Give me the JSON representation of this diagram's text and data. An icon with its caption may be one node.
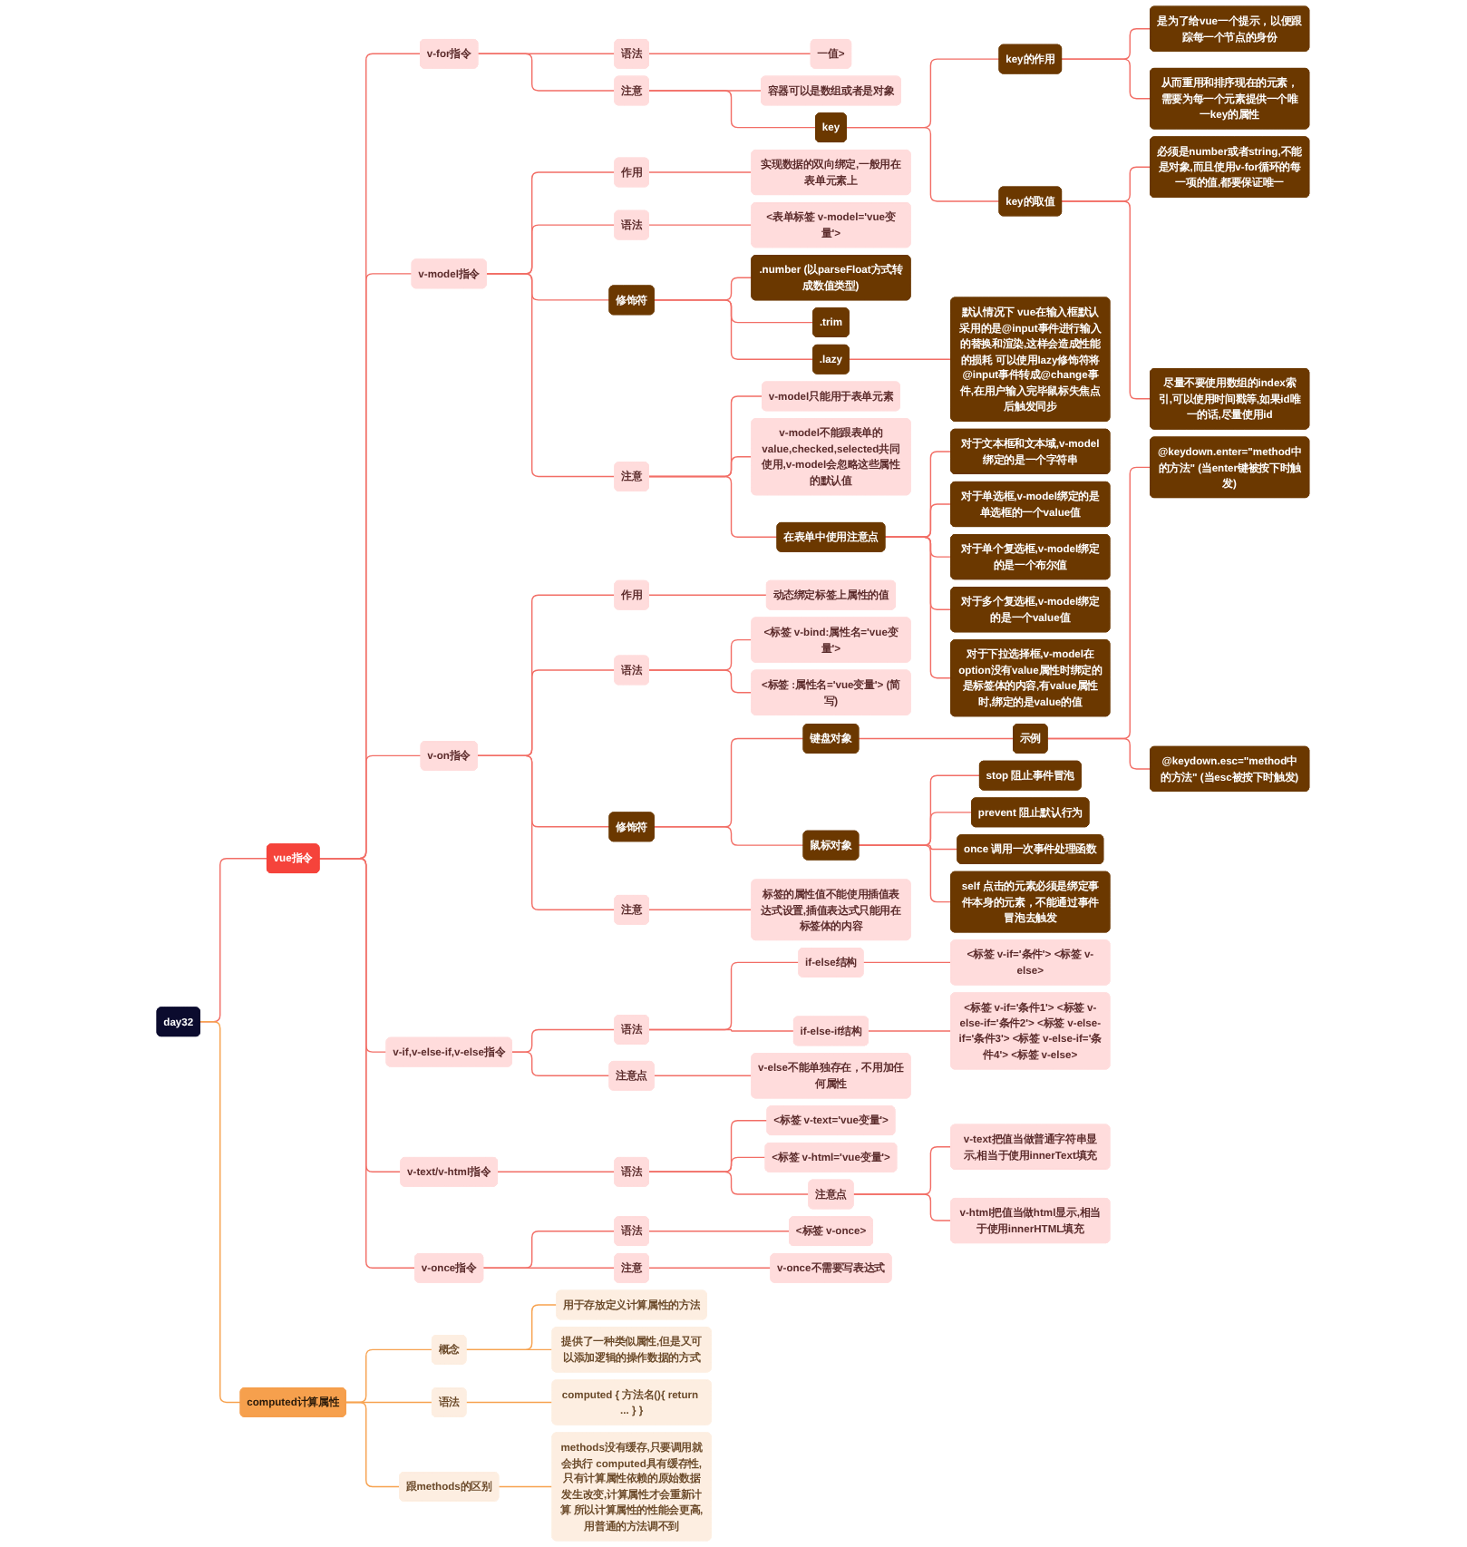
{
  "diagram": {
    "nodes": [
      {
        "text": [
          "day32"
        ]
      },
      {
        "text": [
          "vue指令"
        ]
      },
      {
        "text": [
          "v-for指令"
        ]
      },
      {
        "text": [
          "语法"
        ]
      },
      {
        "text": [
          "一值>"
        ]
      },
      {
        "text": [
          "注意"
        ]
      },
      {
        "text": [
          "容器可以是数组或者是对象"
        ]
      },
      {
        "text": [
          "key"
        ]
      },
      {
        "text": [
          "key的作用"
        ]
      },
      {
        "text": [
          "是为了给vue一个提示，以便跟踪每一个节点的身份"
        ]
      },
      {
        "text": [
          "从而重用和排序现在的元素，需要为每一个元素提供一个唯一key的属性"
        ]
      },
      {
        "text": [
          "key的取值"
        ]
      },
      {
        "text": [
          "必须是number或者string,不能是对象,而且使用v-for循环的每一项的值,都要保证唯一"
        ]
      },
      {
        "text": [
          "尽量不要使用数组的index索引,可以使用时间戳等,如果id唯一的话,尽量使用id"
        ]
      },
      {
        "text": [
          "v-model指令"
        ]
      },
      {
        "text": [
          "作用"
        ]
      },
      {
        "text": [
          "实现数据的双向绑定,一般用在表单元素上"
        ]
      },
      {
        "text": [
          "语法"
        ]
      },
      {
        "text": [
          "<表单标签 v-model='vue变量'>"
        ]
      },
      {
        "text": [
          "修饰符"
        ]
      },
      {
        "text": [
          ".number (以parseFloat方式转成数值类型)"
        ]
      },
      {
        "text": [
          ".trim"
        ]
      },
      {
        "text": [
          ".lazy"
        ]
      },
      {
        "text": [
          "默认情况下 vue在输入框默认采用的是@input事件进行输入的替换和渲染,这样会造成性能的损耗 可以使用lazy修饰符将@input事件转成@change事件,在用户输入完毕鼠标失焦点后触发同步"
        ]
      },
      {
        "text": [
          "注意"
        ]
      },
      {
        "text": [
          "v-model只能用于表单元素"
        ]
      },
      {
        "text": [
          "v-model不能跟表单的value,checked,selected共同使用,v-model会忽略这些属性的默认值"
        ]
      },
      {
        "text": [
          "在表单中使用注意点"
        ]
      },
      {
        "text": [
          "对于文本框和文本域,v-model绑定的是一个字符串"
        ]
      },
      {
        "text": [
          "对于单选框,v-model绑定的是单选框的一个value值"
        ]
      },
      {
        "text": [
          "对于单个复选框,v-model绑定的是一个布尔值"
        ]
      },
      {
        "text": [
          "对于多个复选框,v-model绑定的是一个value值"
        ]
      },
      {
        "text": [
          "对于下拉选择框,v-model在option没有value属性时绑定的是标签体的内容,有value属性时,绑定的是value的值"
        ]
      },
      {
        "text": [
          "v-on指令"
        ]
      },
      {
        "text": [
          "作用"
        ]
      },
      {
        "text": [
          "动态绑定标签上属性的值"
        ]
      },
      {
        "text": [
          "语法"
        ]
      },
      {
        "text": [
          "<标签 v-bind:属性名='vue变量'>"
        ]
      },
      {
        "text": [
          "<标签 :属性名='vue变量'> (简写)"
        ]
      },
      {
        "text": [
          "修饰符"
        ]
      },
      {
        "text": [
          "键盘对象"
        ]
      },
      {
        "text": [
          "示例"
        ]
      },
      {
        "text": [
          "@keydown.enter=\"method中的方法\" (当enter键被按下时触发)"
        ]
      },
      {
        "text": [
          "@keydown.esc=\"method中的方法\" (当esc被按下时触发)"
        ]
      },
      {
        "text": [
          "鼠标对象"
        ]
      },
      {
        "text": [
          "stop 阻止事件冒泡"
        ]
      },
      {
        "text": [
          "prevent 阻止默认行为"
        ]
      },
      {
        "text": [
          "once 调用一次事件处理函数"
        ]
      },
      {
        "text": [
          "self 点击的元素必须是绑定事件本身的元素，不能通过事件冒泡去触发"
        ]
      },
      {
        "text": [
          "注意"
        ]
      },
      {
        "text": [
          "标签的属性值不能使用插值表达式设置,插值表达式只能用在标签体的内容"
        ]
      },
      {
        "text": [
          "v-if,v-else-if,v-else指令"
        ]
      },
      {
        "text": [
          "语法"
        ]
      },
      {
        "text": [
          "if-else结构"
        ]
      },
      {
        "text": [
          "<标签 v-if='条件'> <标签 v-else>"
        ]
      },
      {
        "text": [
          "if-else-if结构"
        ]
      },
      {
        "text": [
          "<标签 v-if='条件1'> <标签 v-else-if='条件2'> <标签 v-else-if='条件3'> <标签 v-else-if='条件4'> <标签 v-else>"
        ]
      },
      {
        "text": [
          "注意点"
        ]
      },
      {
        "text": [
          "v-else不能单独存在，不用加任何属性"
        ]
      },
      {
        "text": [
          "v-text/v-html指令"
        ]
      },
      {
        "text": [
          "语法"
        ]
      },
      {
        "text": [
          "<标签 v-text='vue变量'>"
        ]
      },
      {
        "text": [
          "<标签 v-html='vue变量'>"
        ]
      },
      {
        "text": [
          "注意点"
        ]
      },
      {
        "text": [
          "v-text把值当做普通字符串显示,相当于使用innerText填充"
        ]
      },
      {
        "text": [
          "v-html把值当做html显示,相当于使用innerHTML填充"
        ]
      },
      {
        "text": [
          "v-once指令"
        ]
      },
      {
        "text": [
          "语法"
        ]
      },
      {
        "text": [
          "<标签 v-once>"
        ]
      },
      {
        "text": [
          "注意"
        ]
      },
      {
        "text": [
          "v-once不需要写表达式"
        ]
      },
      {
        "text": [
          "computed计算属性"
        ]
      },
      {
        "text": [
          "概念"
        ]
      },
      {
        "text": [
          "用于存放定义计算属性的方法"
        ]
      },
      {
        "text": [
          "提供了一种类似属性,但是又可以添加逻辑的操作数据的方式"
        ]
      },
      {
        "text": [
          "语法"
        ]
      },
      {
        "text": [
          "computed { 方法名(){ return ... } }"
        ]
      },
      {
        "text": [
          "跟methods的区别"
        ]
      },
      {
        "text": [
          "methods没有缓存,只要调用就会执行 computed具有缓存性,只有计算属性依赖的原始数据发生改变,计算属性才会重新计算 所以计算属性的性能会更高,用普通的方法调不到"
        ]
      }
    ],
    "edges": [
      {
        "from": 0,
        "to": 1,
        "arrow": "none"
      },
      {
        "from": 1,
        "to": 2,
        "arrow": "none"
      },
      {
        "from": 2,
        "to": 3,
        "arrow": "none"
      },
      {
        "from": 3,
        "to": 4,
        "arrow": "none"
      },
      {
        "from": 2,
        "to": 5,
        "arrow": "none"
      },
      {
        "from": 5,
        "to": 6,
        "arrow": "none"
      },
      {
        "from": 5,
        "to": 7,
        "arrow": "none"
      },
      {
        "from": 7,
        "to": 8,
        "arrow": "none"
      },
      {
        "from": 8,
        "to": 9,
        "arrow": "none"
      },
      {
        "from": 8,
        "to": 10,
        "arrow": "none"
      },
      {
        "from": 7,
        "to": 11,
        "arrow": "none"
      },
      {
        "from": 11,
        "to": 12,
        "arrow": "none"
      },
      {
        "from": 11,
        "to": 13,
        "arrow": "none"
      },
      {
        "from": 1,
        "to": 14,
        "arrow": "none"
      },
      {
        "from": 14,
        "to": 15,
        "arrow": "none"
      },
      {
        "from": 15,
        "to": 16,
        "arrow": "none"
      },
      {
        "from": 14,
        "to": 17,
        "arrow": "none"
      },
      {
        "from": 17,
        "to": 18,
        "arrow": "none"
      },
      {
        "from": 14,
        "to": 19,
        "arrow": "none"
      },
      {
        "from": 19,
        "to": 20,
        "arrow": "none"
      },
      {
        "from": 19,
        "to": 21,
        "arrow": "none"
      },
      {
        "from": 19,
        "to": 22,
        "arrow": "none"
      },
      {
        "from": 22,
        "to": 23,
        "arrow": "none"
      },
      {
        "from": 14,
        "to": 24,
        "arrow": "none"
      },
      {
        "from": 24,
        "to": 25,
        "arrow": "none"
      },
      {
        "from": 24,
        "to": 26,
        "arrow": "none"
      },
      {
        "from": 24,
        "to": 27,
        "arrow": "none"
      },
      {
        "from": 27,
        "to": 28,
        "arrow": "none"
      },
      {
        "from": 27,
        "to": 29,
        "arrow": "none"
      },
      {
        "from": 27,
        "to": 30,
        "arrow": "none"
      },
      {
        "from": 27,
        "to": 31,
        "arrow": "none"
      },
      {
        "from": 27,
        "to": 32,
        "arrow": "none"
      },
      {
        "from": 1,
        "to": 33,
        "arrow": "none"
      },
      {
        "from": 33,
        "to": 34,
        "arrow": "none"
      },
      {
        "from": 34,
        "to": 35,
        "arrow": "none"
      },
      {
        "from": 33,
        "to": 36,
        "arrow": "none"
      },
      {
        "from": 36,
        "to": 37,
        "arrow": "none"
      },
      {
        "from": 36,
        "to": 38,
        "arrow": "none"
      },
      {
        "from": 33,
        "to": 39,
        "arrow": "none"
      },
      {
        "from": 39,
        "to": 40,
        "arrow": "none"
      },
      {
        "from": 40,
        "to": 41,
        "arrow": "none"
      },
      {
        "from": 41,
        "to": 42,
        "arrow": "none"
      },
      {
        "from": 41,
        "to": 43,
        "arrow": "none"
      },
      {
        "from": 39,
        "to": 44,
        "arrow": "none"
      },
      {
        "from": 44,
        "to": 45,
        "arrow": "none"
      },
      {
        "from": 44,
        "to": 46,
        "arrow": "none"
      },
      {
        "from": 44,
        "to": 47,
        "arrow": "none"
      },
      {
        "from": 44,
        "to": 48,
        "arrow": "none"
      },
      {
        "from": 33,
        "to": 49,
        "arrow": "none"
      },
      {
        "from": 49,
        "to": 50,
        "arrow": "none"
      },
      {
        "from": 1,
        "to": 51,
        "arrow": "none"
      },
      {
        "from": 51,
        "to": 52,
        "arrow": "none"
      },
      {
        "from": 52,
        "to": 53,
        "arrow": "none"
      },
      {
        "from": 53,
        "to": 54,
        "arrow": "none"
      },
      {
        "from": 52,
        "to": 55,
        "arrow": "none"
      },
      {
        "from": 55,
        "to": 56,
        "arrow": "none"
      },
      {
        "from": 51,
        "to": 57,
        "arrow": "none"
      },
      {
        "from": 57,
        "to": 58,
        "arrow": "none"
      },
      {
        "from": 1,
        "to": 59,
        "arrow": "none"
      },
      {
        "from": 59,
        "to": 60,
        "arrow": "none"
      },
      {
        "from": 60,
        "to": 61,
        "arrow": "none"
      },
      {
        "from": 60,
        "to": 62,
        "arrow": "none"
      },
      {
        "from": 60,
        "to": 63,
        "arrow": "none"
      },
      {
        "from": 63,
        "to": 64,
        "arrow": "none"
      },
      {
        "from": 63,
        "to": 65,
        "arrow": "none"
      },
      {
        "from": 1,
        "to": 66,
        "arrow": "none"
      },
      {
        "from": 66,
        "to": 67,
        "arrow": "none"
      },
      {
        "from": 67,
        "to": 68,
        "arrow": "none"
      },
      {
        "from": 66,
        "to": 69,
        "arrow": "none"
      },
      {
        "from": 69,
        "to": 70,
        "arrow": "none"
      },
      {
        "from": 0,
        "to": 71,
        "arrow": "none",
        "color": "#f7a24f"
      },
      {
        "from": 71,
        "to": 72,
        "arrow": "none",
        "color": "#f7a24f"
      },
      {
        "from": 72,
        "to": 73,
        "arrow": "none",
        "color": "#f7a24f"
      },
      {
        "from": 72,
        "to": 74,
        "arrow": "none",
        "color": "#f7a24f"
      },
      {
        "from": 71,
        "to": 75,
        "arrow": "none",
        "color": "#f7a24f"
      },
      {
        "from": 75,
        "to": 76,
        "arrow": "none",
        "color": "#f7a24f"
      },
      {
        "from": 71,
        "to": 77,
        "arrow": "none",
        "color": "#f7a24f"
      },
      {
        "from": 77,
        "to": 78,
        "arrow": "none",
        "color": "#f7a24f"
      }
    ]
  }
}
